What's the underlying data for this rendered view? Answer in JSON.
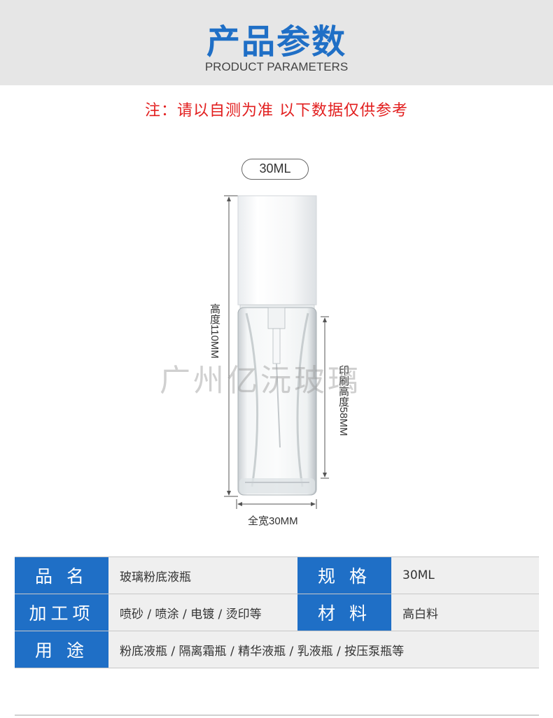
{
  "header": {
    "title": "产品参数",
    "subtitle": "PRODUCT PARAMETERS"
  },
  "note": "注：请以自测为准  以下数据仅供参考",
  "product": {
    "capacity_label": "30ML",
    "height_label": "高度110MM",
    "print_height_label": "印刷高度58MM",
    "width_label": "全宽30MM",
    "watermark": "广州亿沅玻璃"
  },
  "specs": {
    "row1": {
      "h1": "品 名",
      "v1": "玻璃粉底液瓶",
      "h2": "规 格",
      "v2": "30ML"
    },
    "row2": {
      "h1": "加工项",
      "v1": "喷砂 / 喷涂 / 电镀 / 烫印等",
      "h2": "材 料",
      "v2": "高白料"
    },
    "row3": {
      "h1": "用 途",
      "v1": "粉底液瓶 / 隔离霜瓶 / 精华液瓶 / 乳液瓶 / 按压泵瓶等"
    }
  },
  "colors": {
    "accent_blue": "#1f6fc6",
    "note_red": "#e21e1e",
    "header_bg": "#e6e6e6"
  }
}
